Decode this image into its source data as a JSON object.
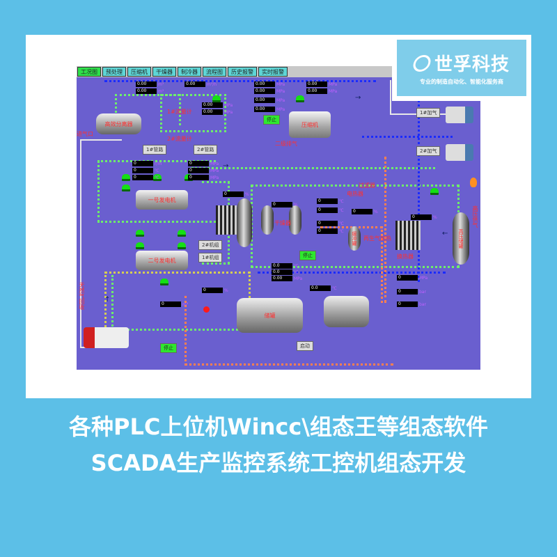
{
  "logo": {
    "brand": "世孚科技",
    "tagline": "专业的制造自动化、智能化服务商"
  },
  "nav": [
    "工况图",
    "预处理",
    "压缩机",
    "干燥器",
    "制冷器",
    "流程图",
    "历史报警",
    "实时报警"
  ],
  "labels": {
    "separator": "高效分离器",
    "gas_inlet": "进气口",
    "flow1": "1#流量计",
    "flow2": "2#流量计",
    "gen1": "一号发电机",
    "gen2": "二号发电机",
    "compressor": "压缩机",
    "exhaust2": "二级排气",
    "filter": "过滤器",
    "heater": "电热器",
    "dryer": "干燥器",
    "regen": "再生气加热",
    "exch": "换热器",
    "storage": "储罐",
    "hp_tank": "高压储罐",
    "hp_out": "高压供气",
    "fill1": "1#加气",
    "fill2": "2#加气",
    "buffer": "缓冲罐",
    "gas_recovery": "天然气回收"
  },
  "buttons": {
    "pipe1": "1#管路",
    "pipe2": "2#管路",
    "unit2": "2#机组",
    "unit1": "1#机组",
    "stop": "停止",
    "start": "启动"
  },
  "readouts": {
    "top": [
      {
        "v": "0.00",
        "u": "m³"
      },
      {
        "v": "0.00",
        "u": "m³"
      },
      {
        "v": "0.00",
        "u": "m³/h"
      },
      {
        "v": "0.00",
        "u": "MPa"
      },
      {
        "v": "0.00",
        "u": "MPa"
      },
      {
        "v": "0.00",
        "u": "MPa"
      },
      {
        "v": "0.00",
        "u": "MPa"
      },
      {
        "v": "0.00",
        "u": "MPa"
      },
      {
        "v": "0.00",
        "u": "MPa"
      },
      {
        "v": "0.00",
        "u": "MPa"
      },
      {
        "v": "0.00",
        "u": "MPa"
      }
    ],
    "gen": [
      {
        "v": "0",
        "u": "r/m"
      },
      {
        "v": "0",
        "u": "℃"
      },
      {
        "v": "0",
        "u": "℃"
      },
      {
        "v": "0",
        "u": "MPa"
      },
      {
        "v": "0",
        "u": "MPa"
      },
      {
        "v": "0",
        "u": "MPa"
      }
    ],
    "misc": [
      {
        "v": "0",
        "u": "%"
      },
      {
        "v": "0",
        "u": "%"
      },
      {
        "v": "0",
        "u": "℃"
      },
      {
        "v": "0",
        "u": "℃"
      },
      {
        "v": "0",
        "u": "%"
      },
      {
        "v": "0",
        "u": "℃"
      },
      {
        "v": "0",
        "u": "℃"
      },
      {
        "v": "0",
        "u": "%"
      },
      {
        "v": "0.0",
        "u": "℃"
      },
      {
        "v": "0.0",
        "u": "℃"
      },
      {
        "v": "0.00",
        "u": "MPa"
      },
      {
        "v": "0.0",
        "u": "℃"
      },
      {
        "v": "0",
        "u": "MPa"
      },
      {
        "v": "0",
        "u": "bar"
      },
      {
        "v": "0",
        "u": "bar"
      },
      {
        "v": "0",
        "u": "%"
      },
      {
        "v": "0",
        "u": "m³"
      }
    ]
  },
  "caption": {
    "line1": "各种PLC上位机Wincc\\组态王等组态软件",
    "line2": "SCADA生产监控系统工控机组态开发"
  },
  "colors": {
    "background": "#5cbfe7",
    "scada_bg": "#6a5fcf",
    "gas_pipe": "#6ef06a",
    "water_pipe": "#1a2bff",
    "hot_pipe": "#ff8050",
    "lamp_on": "#14e014"
  }
}
